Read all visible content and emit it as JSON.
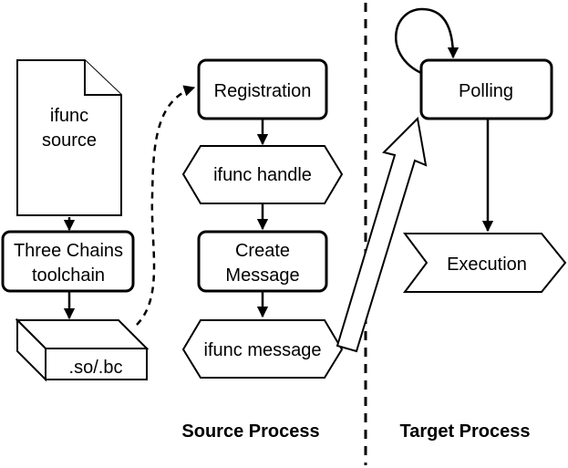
{
  "nodes": {
    "ifunc_source": {
      "line1": "ifunc",
      "line2": "source"
    },
    "toolchain": {
      "line1": "Three Chains",
      "line2": "toolchain"
    },
    "so_bc": {
      "label": ".so/.bc"
    },
    "registration": {
      "label": "Registration"
    },
    "ifunc_handle": {
      "label": "ifunc handle"
    },
    "create_message": {
      "line1": "Create",
      "line2": "Message"
    },
    "ifunc_message": {
      "label": "ifunc message"
    },
    "polling": {
      "label": "Polling"
    },
    "execution": {
      "label": "Execution"
    }
  },
  "sections": {
    "source": "Source Process",
    "target": "Target Process"
  }
}
